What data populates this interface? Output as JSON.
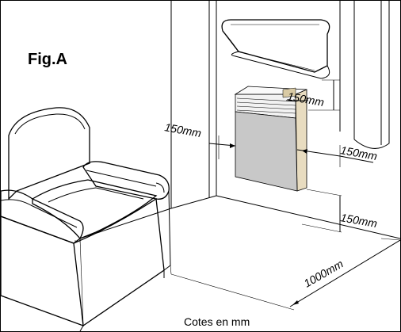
{
  "figure": {
    "label": "Fig.A",
    "caption": "Cotes en mm"
  },
  "dimensions": {
    "shelf_clearance": "150mm",
    "left_clearance": "150mm",
    "right_clearance": "150mm",
    "floor_clearance": "150mm",
    "front_clearance": "1000mm"
  },
  "colors": {
    "heater_body": "#c8c8c8",
    "heater_top": "#f2f2f2",
    "heater_side": "#e8dcc0",
    "line": "#000000"
  }
}
